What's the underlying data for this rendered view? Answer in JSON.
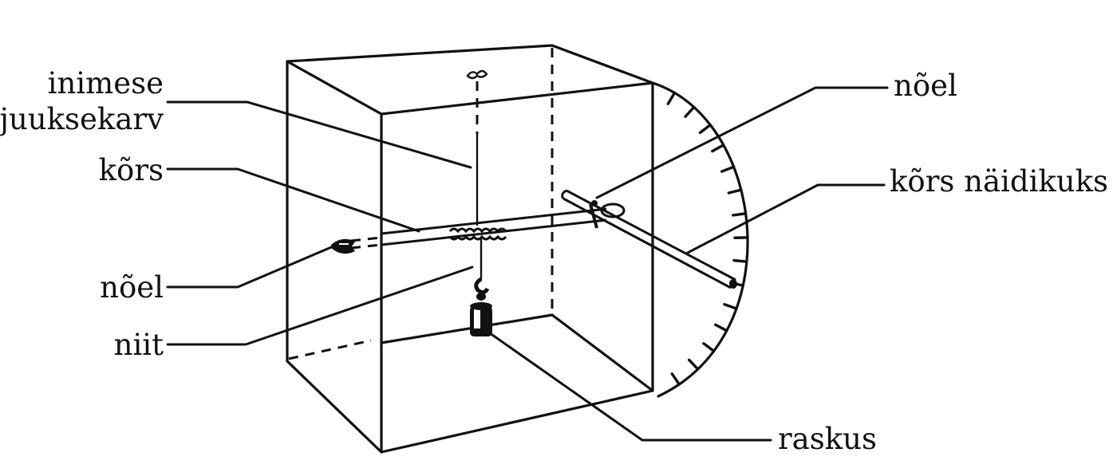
{
  "labels": {
    "human_hair_line1": "inimese",
    "human_hair_line2": "juuksekarv",
    "cork_left": "kõrs",
    "needle_left": "nõel",
    "thread": "niit",
    "needle_right": "nõel",
    "cork_pointer": "kõrs näidikuks",
    "weight": "raskus"
  },
  "colors": {
    "ink": "#111111",
    "background": "#ffffff"
  }
}
